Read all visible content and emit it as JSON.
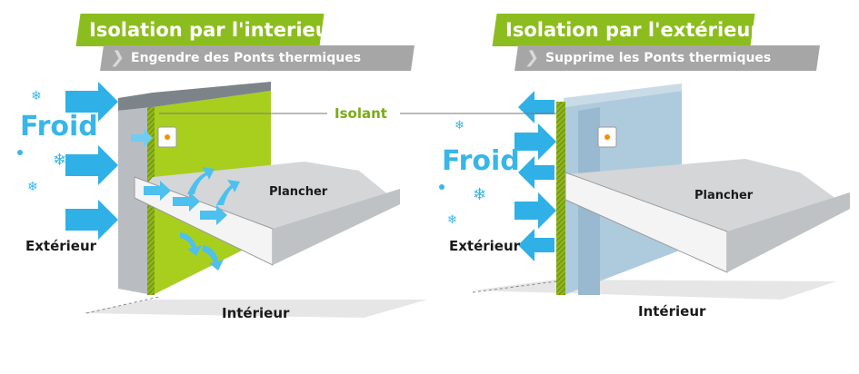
{
  "left_panel": {
    "title": "Isolation par l'interieur",
    "subtitle": "Engendre des Ponts thermiques",
    "cold_label": "Froid",
    "exterior_label": "Extérieur",
    "floor_label": "Plancher",
    "interior_label": "Intérieur"
  },
  "right_panel": {
    "title": "Isolation par l'extérieur",
    "subtitle": "Supprime les Ponts thermiques",
    "cold_label": "Froid",
    "exterior_label": "Extérieur",
    "floor_label": "Plancher",
    "interior_label": "Intérieur"
  },
  "insulation_label": "Isolant",
  "icons": {
    "cold": "snowflake-icon",
    "cold_flow": "arrow-right-icon",
    "heat_loss": "arrow-left-icon",
    "leak": "curved-arrow-icon",
    "device": "thermostat-icon",
    "subtitle_marker": "chevron-right-icon"
  },
  "colors": {
    "insulation": "#a8cf1e",
    "insulation_dark": "#7aa312",
    "cold": "#38b6e8",
    "ribbon_title": "#8cbd1e",
    "ribbon_subtitle": "#a6a6a6",
    "wall_gray": "#b5b9bd",
    "wall_blue": "#a9c7dc"
  }
}
